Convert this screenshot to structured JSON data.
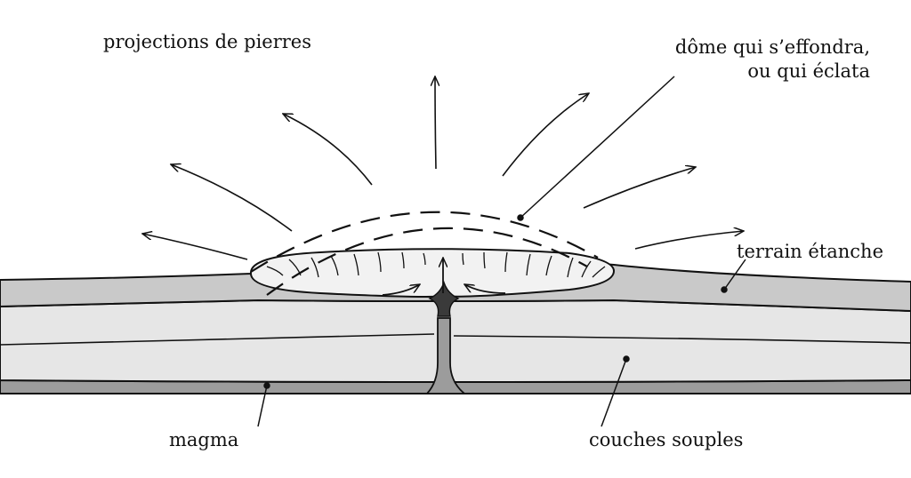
{
  "labels": {
    "projections": "projections de pierres",
    "dome_line1": "dôme qui s’effondra,",
    "dome_line2": "ou qui éclata",
    "terrain": "terrain étanche",
    "magma": "magma",
    "couches": "couches souples"
  },
  "colors": {
    "stroke": "#111111",
    "magma_fill": "#9c9c9c",
    "terrain_fill": "#c9c9c9",
    "couches_fill": "#e6e6e6",
    "chamber_fill": "#f2f2f2",
    "conduit_fill": "#3a3a3a"
  }
}
